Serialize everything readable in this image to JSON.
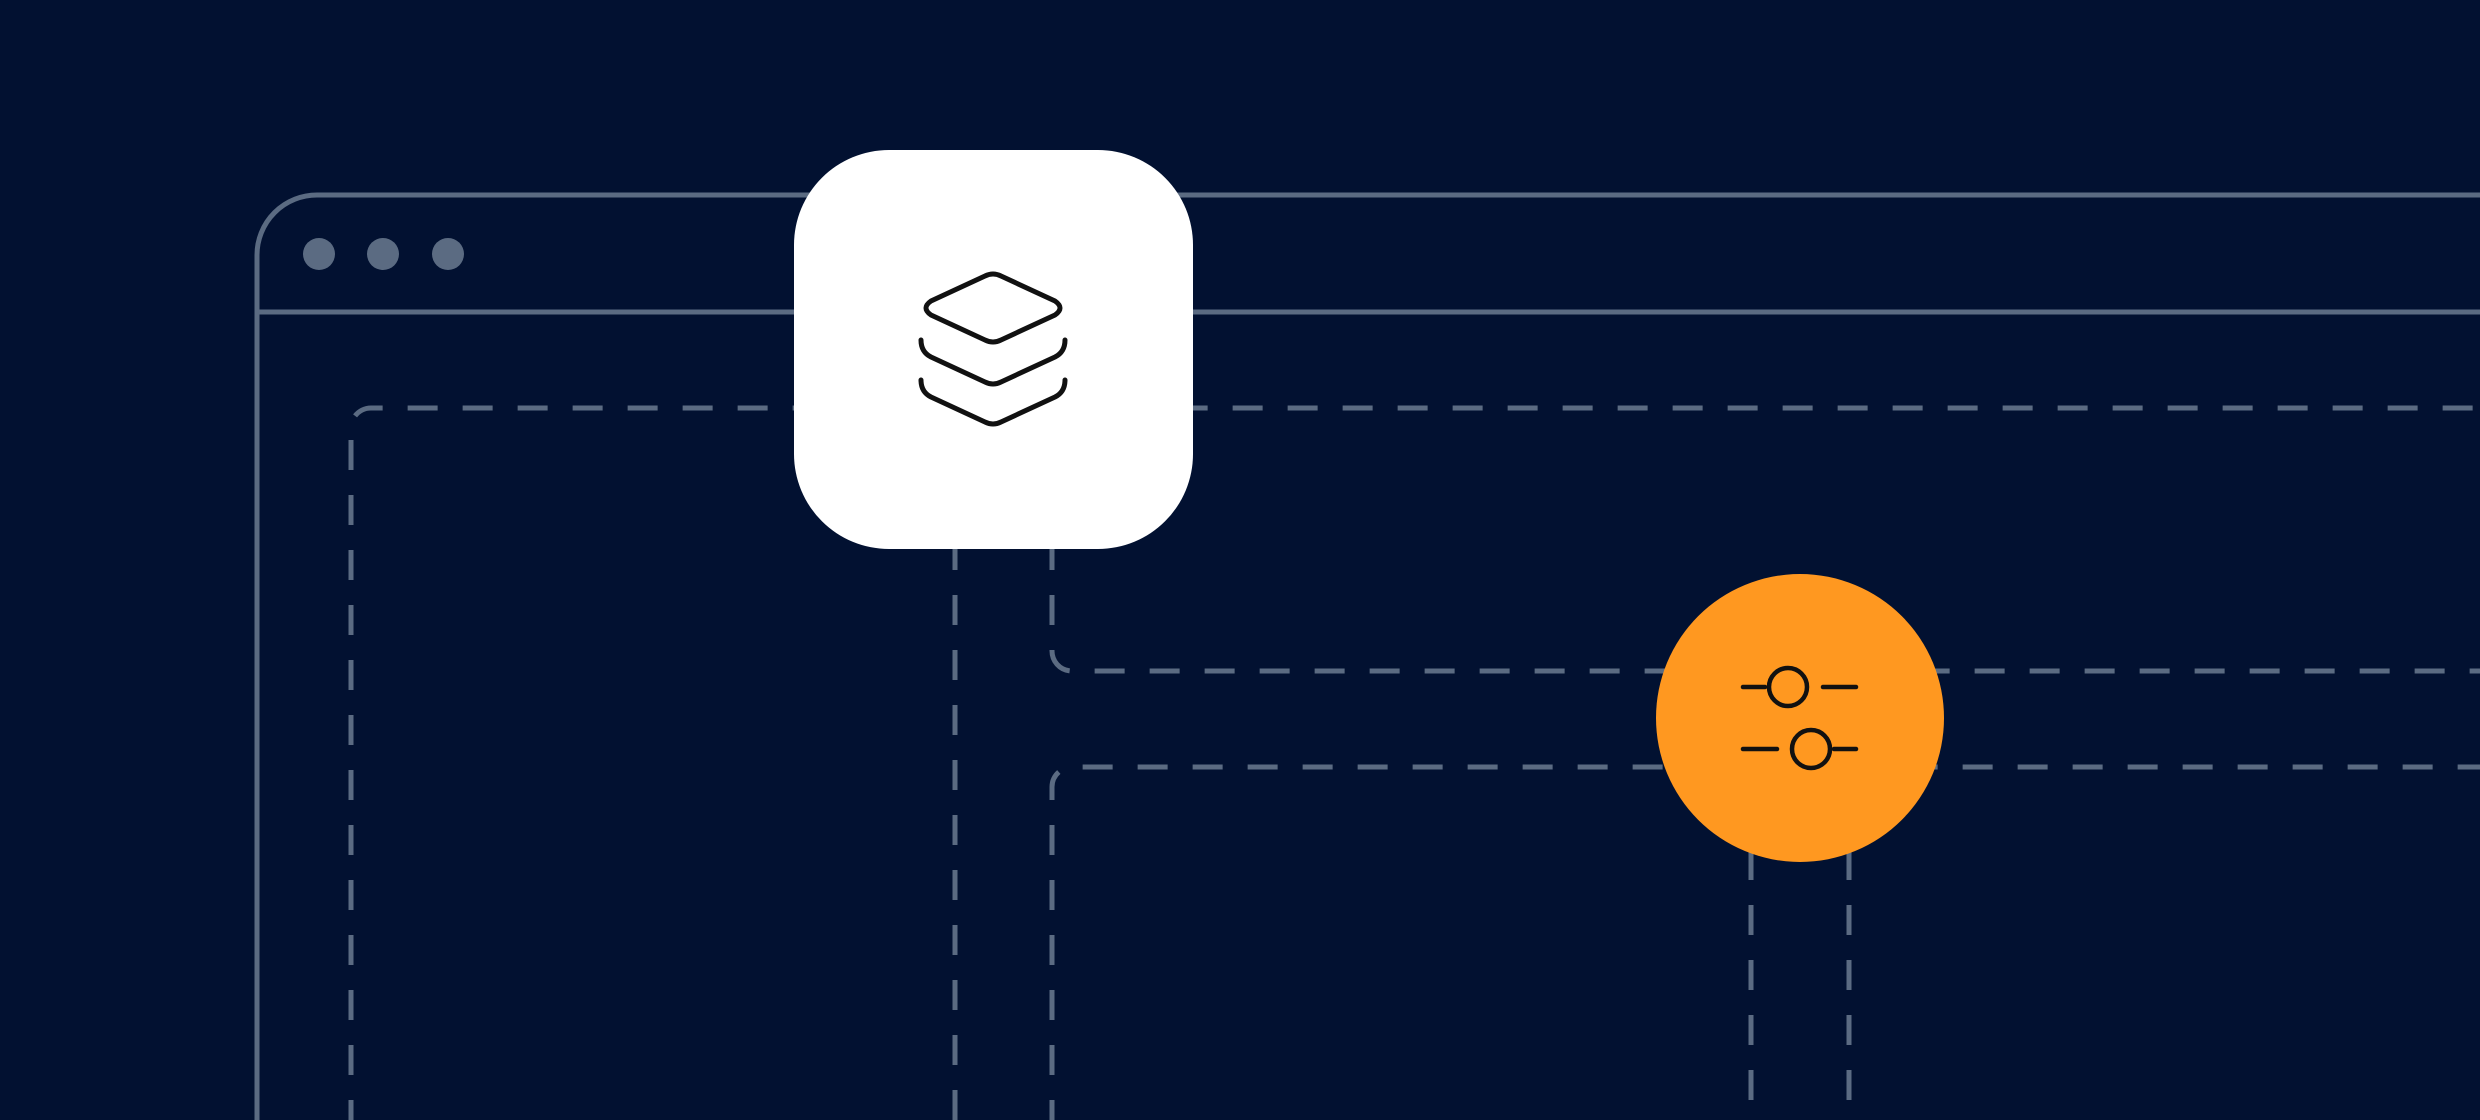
{
  "colors": {
    "background": "#021131",
    "outline": "#5B6B82",
    "tile": "#FFFFFF",
    "accent": "#FF9820",
    "icon_stroke": "#111111"
  },
  "window": {
    "controls": [
      "dot",
      "dot",
      "dot"
    ]
  },
  "icons": {
    "tile_icon": "layers-icon",
    "circle_icon": "sliders-icon"
  }
}
